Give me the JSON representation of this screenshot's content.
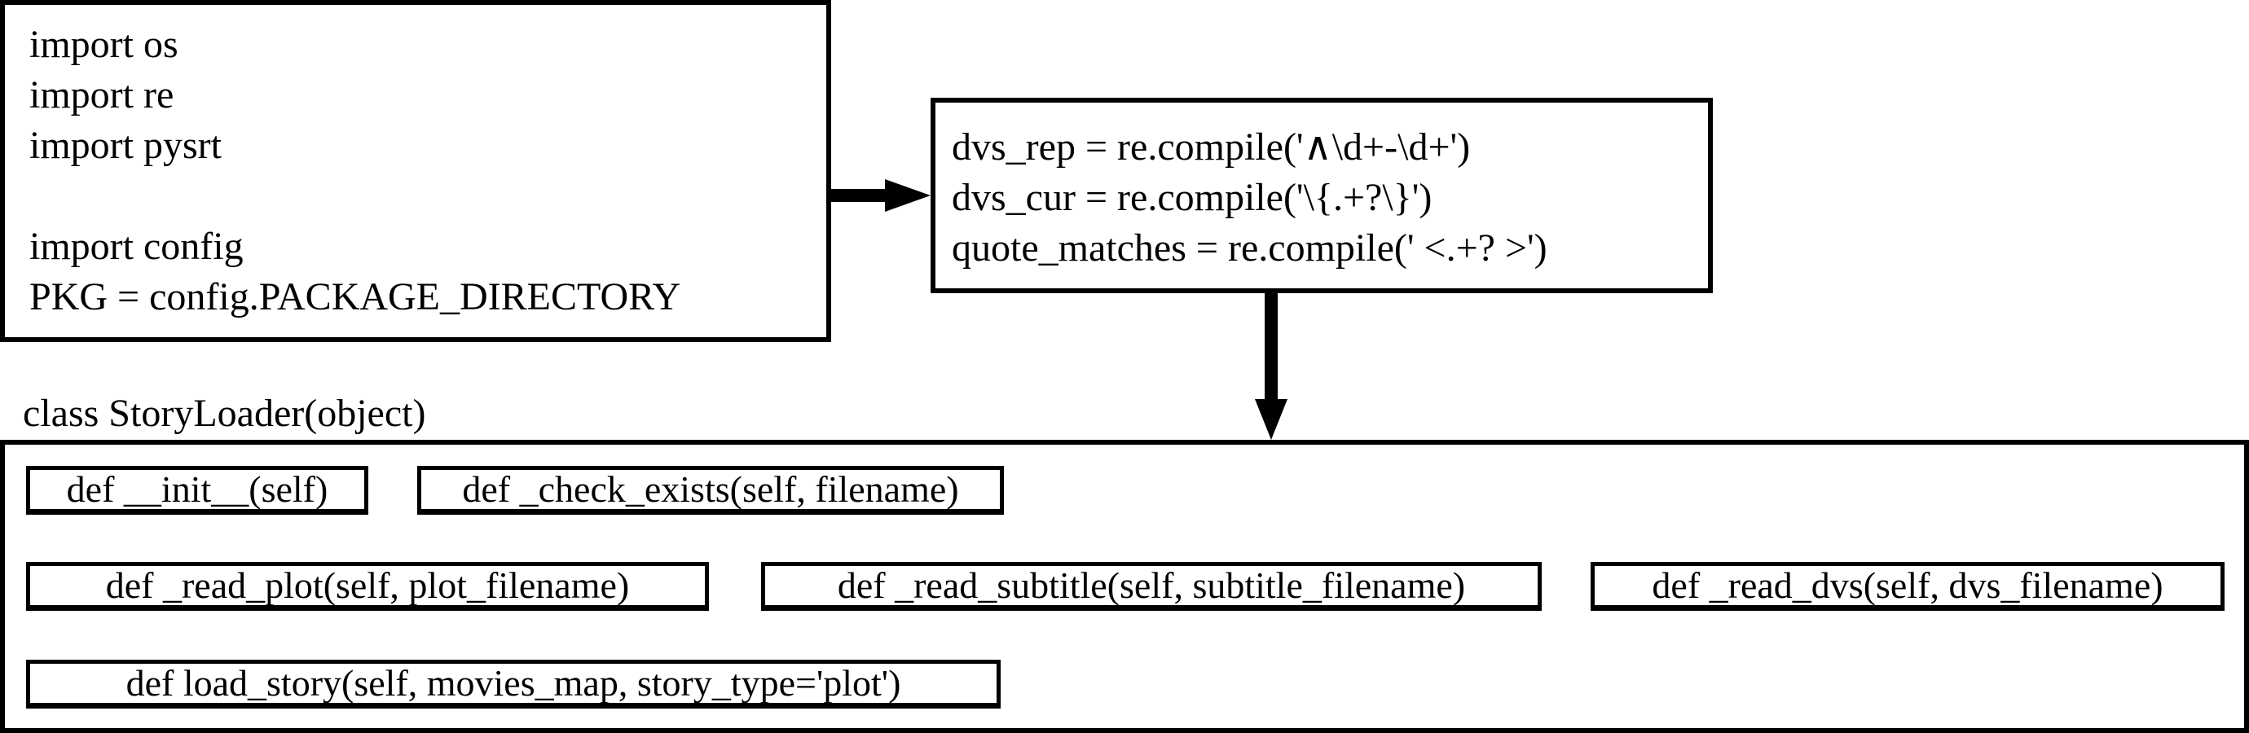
{
  "imports_block": {
    "lines": [
      "import os",
      "import re",
      "import pysrt",
      "",
      "import config",
      "PKG = config.PACKAGE_DIRECTORY"
    ]
  },
  "regex_block": {
    "lines": [
      "dvs_rep = re.compile('∧\\d+-\\d+')",
      "dvs_cur = re.compile('\\{.+?\\}')",
      "quote_matches = re.compile(' <.+? >')"
    ]
  },
  "class_block": {
    "label": "class StoryLoader(object)",
    "methods": [
      "def __init__(self)",
      "def _check_exists(self, filename)",
      "def _read_plot(self, plot_filename)",
      "def _read_subtitle(self, subtitle_filename)",
      "def _read_dvs(self, dvs_filename)",
      "def load_story(self, movies_map, story_type='plot')"
    ]
  },
  "edges": [
    {
      "from": "imports_block",
      "to": "regex_block",
      "direction": "right"
    },
    {
      "from": "regex_block",
      "to": "class_block",
      "direction": "down"
    }
  ]
}
